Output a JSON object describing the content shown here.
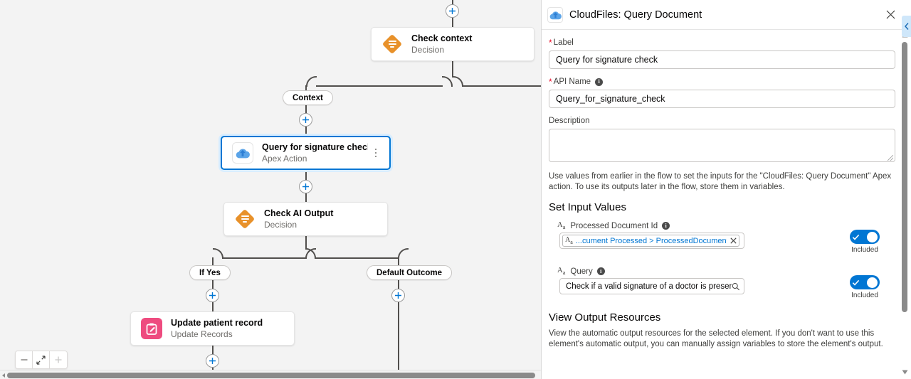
{
  "canvas": {
    "nodes": [
      {
        "id": "check-context",
        "title": "Check context",
        "subtitle": "Decision",
        "icon": "decision-diamond-icon"
      },
      {
        "id": "query-signature",
        "title": "Query for signature check",
        "subtitle": "Apex Action",
        "icon": "cloud-upload-icon"
      },
      {
        "id": "check-ai-output",
        "title": "Check AI Output",
        "subtitle": "Decision",
        "icon": "decision-diamond-icon"
      },
      {
        "id": "update-patient",
        "title": "Update patient record",
        "subtitle": "Update Records",
        "icon": "update-records-icon"
      }
    ],
    "branch_labels": [
      {
        "id": "context",
        "label": "Context"
      },
      {
        "id": "if-yes",
        "label": "If Yes"
      },
      {
        "id": "default-outcome",
        "label": "Default Outcome"
      }
    ],
    "zoom_controls": [
      {
        "id": "zoom-out",
        "icon": "minus-icon",
        "enabled": true
      },
      {
        "id": "zoom-fit",
        "icon": "fit-to-view-icon",
        "enabled": true
      },
      {
        "id": "zoom-in",
        "icon": "plus-icon",
        "enabled": false
      }
    ]
  },
  "panel": {
    "header": {
      "icon": "cloud-upload-icon",
      "title": "CloudFiles: Query Document",
      "close_icon": "close-icon"
    },
    "fields": {
      "label": {
        "label": "Label",
        "required": true,
        "value": "Query for signature check"
      },
      "api_name": {
        "label": "API Name",
        "required": true,
        "has_info": true,
        "value": "Query_for_signature_check"
      },
      "description": {
        "label": "Description",
        "required": false,
        "value": ""
      }
    },
    "help_text": "Use values from earlier in the flow to set the inputs for the \"CloudFiles: Query Document\" Apex action. To use its outputs later in the flow, store them in variables.",
    "set_input_values": {
      "title": "Set Input Values",
      "rows": [
        {
          "id": "processed-document-id",
          "type_glyph": "Aa",
          "label": "Processed Document Id",
          "has_info": true,
          "control": "chip",
          "chip_text": "...cument Processed > ProcessedDocumentId",
          "chip_remove_icon": "close-icon",
          "toggle_on": true,
          "toggle_label": "Included"
        },
        {
          "id": "query",
          "type_glyph": "Aa",
          "label": "Query",
          "has_info": true,
          "control": "search",
          "value": "Check if a valid signature of a doctor is present i",
          "search_icon": "search-icon",
          "toggle_on": true,
          "toggle_label": "Included"
        }
      ]
    },
    "view_output_resources": {
      "title": "View Output Resources",
      "text": "View the automatic output resources for the selected element. If you don't want to use this element's automatic output, you can manually assign variables to store the element's output."
    },
    "collapse_tab_icon": "chevron-left-icon",
    "scrollbar": {
      "up_icon": "caret-up-icon",
      "down_icon": "caret-down-icon"
    }
  },
  "colors": {
    "accent_blue": "#0176d3",
    "decision_orange": "#e8912a",
    "update_pink": "#ee4b7f",
    "required_red": "#ea001e",
    "canvas_bg": "#f3f3f3",
    "connector": "#514f4d"
  }
}
